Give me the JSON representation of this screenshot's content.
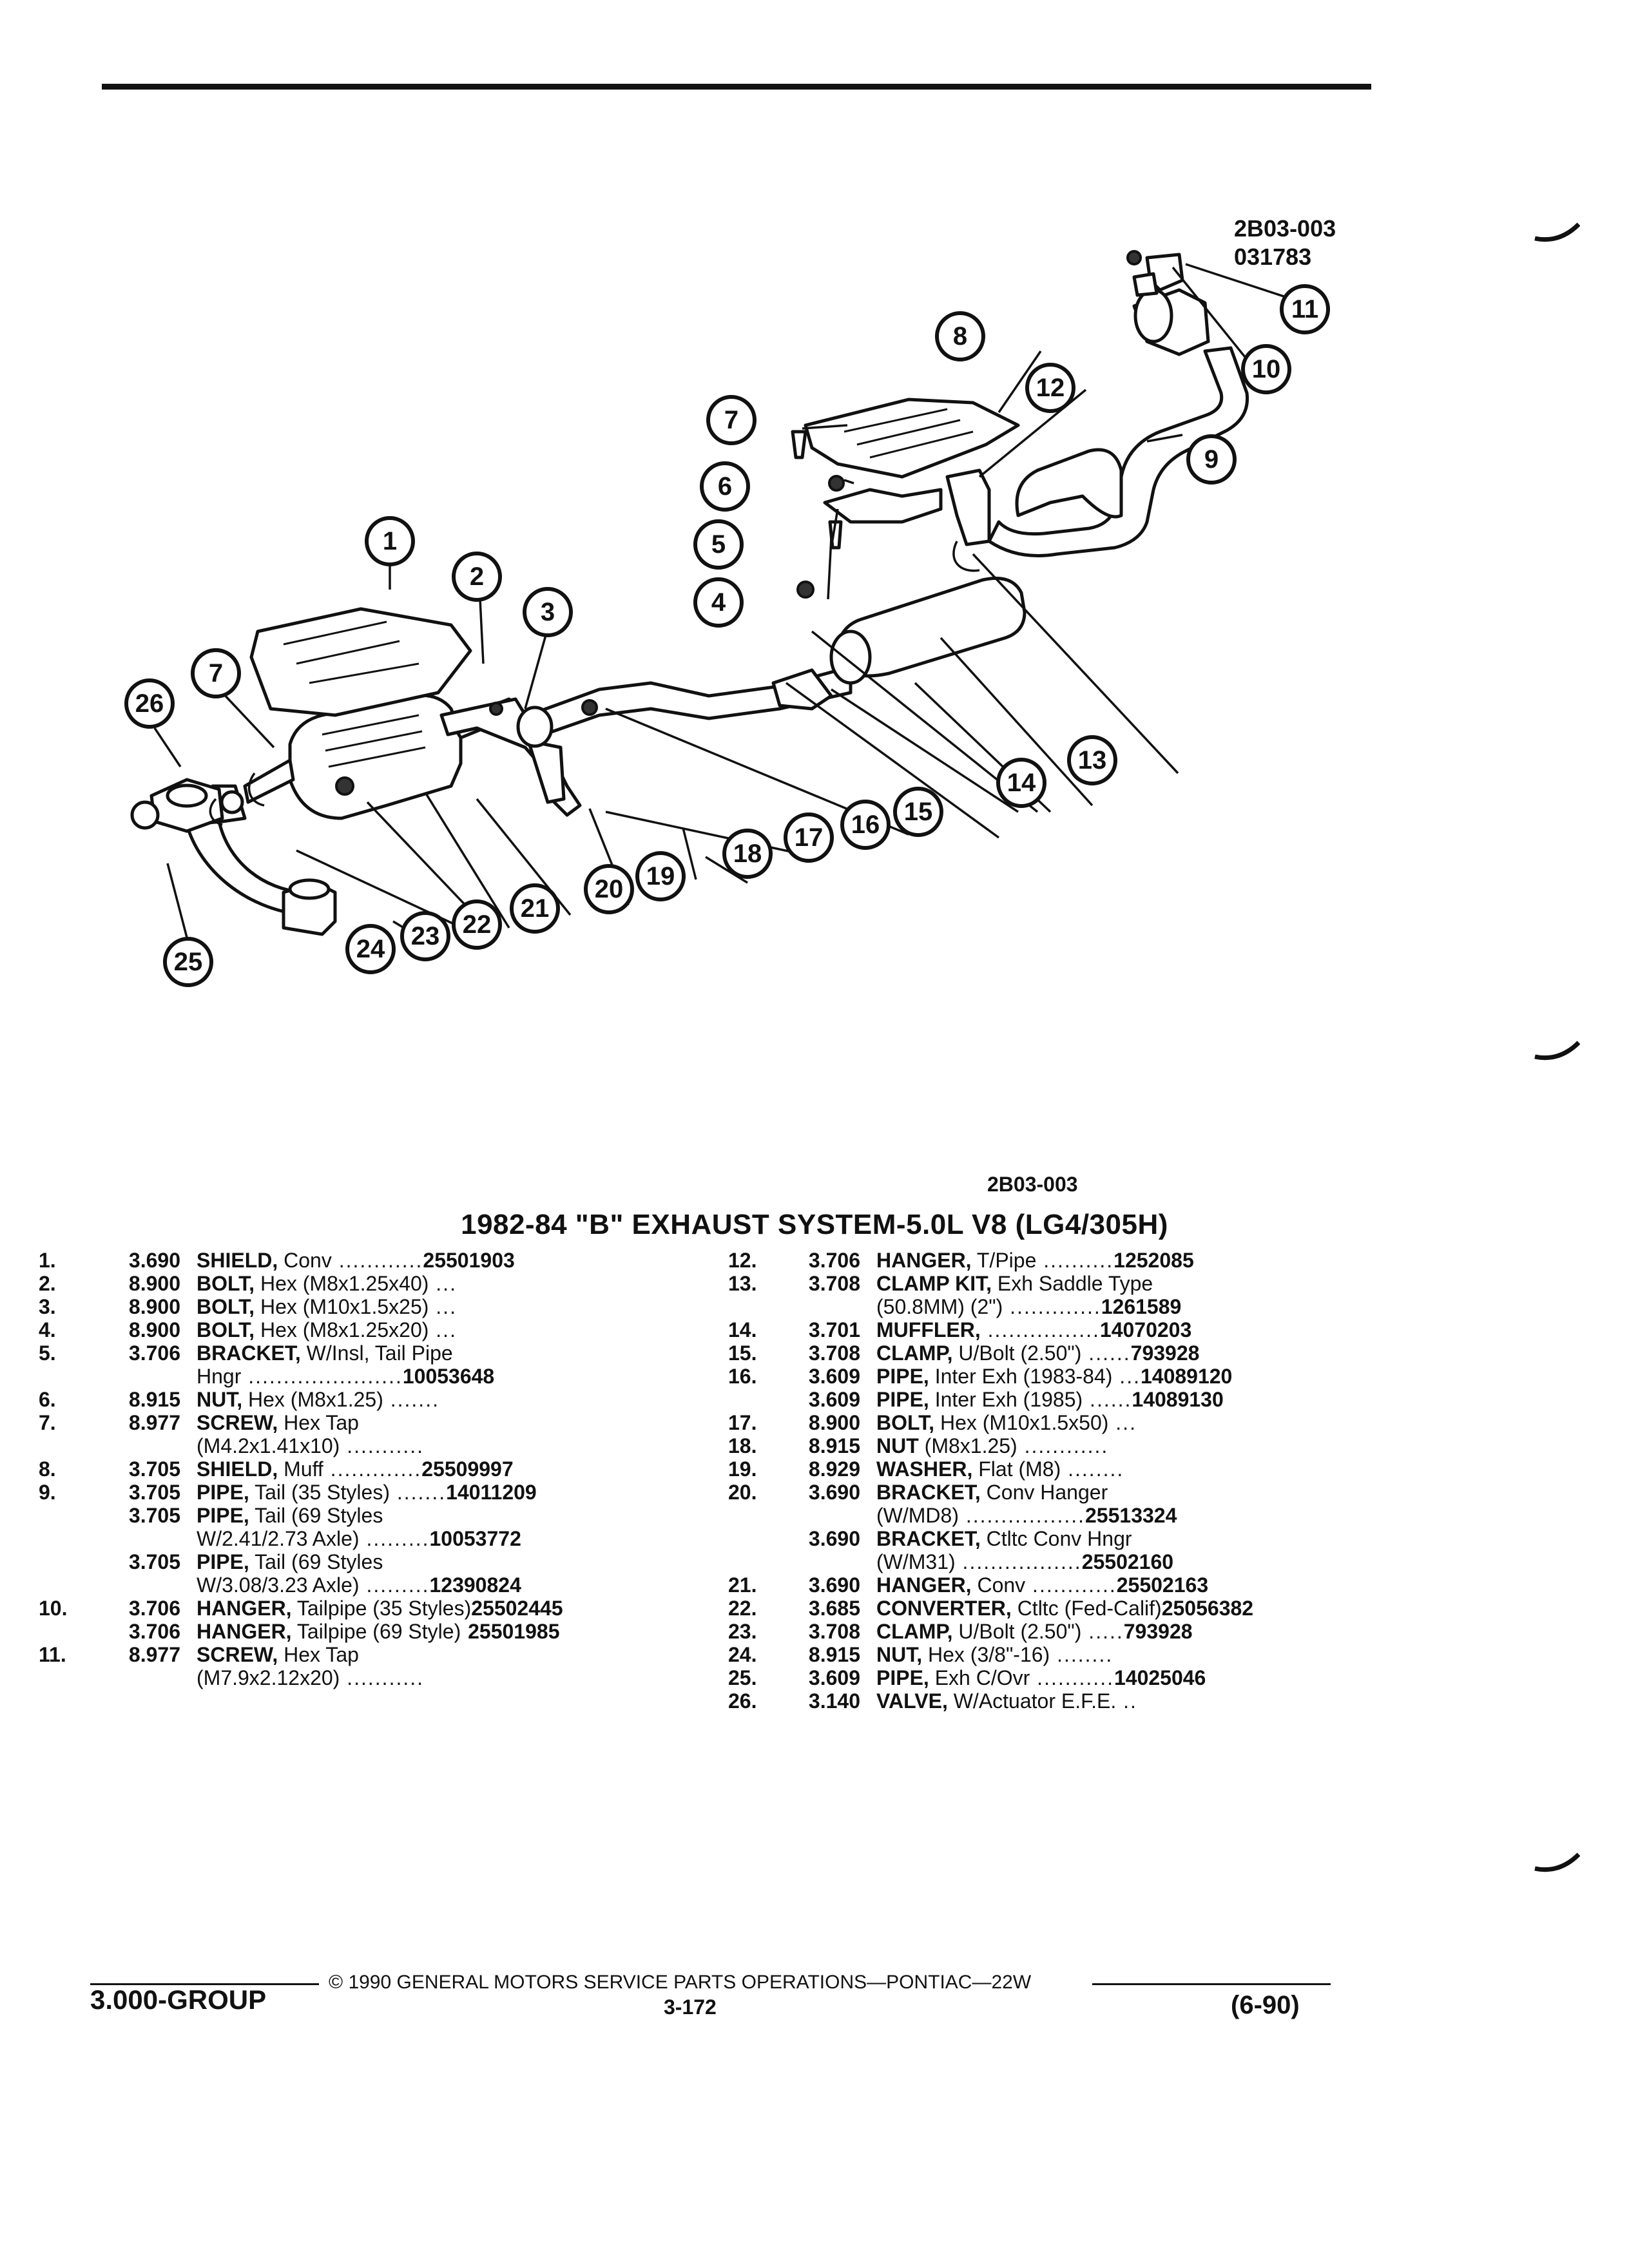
{
  "figure": {
    "code_line1": "2B03-003",
    "code_line2": "031783",
    "code_bottom": "2B03-003",
    "callouts": [
      "1",
      "2",
      "3",
      "4",
      "5",
      "6",
      "7",
      "7",
      "8",
      "9",
      "10",
      "11",
      "12",
      "13",
      "14",
      "15",
      "16",
      "17",
      "18",
      "19",
      "20",
      "21",
      "22",
      "23",
      "24",
      "25",
      "26"
    ]
  },
  "title": "1982-84 \"B\" EXHAUST SYSTEM-5.0L V8 (LG4/305H)",
  "parts_left": [
    {
      "num": "1.",
      "grp": "3.690",
      "name": "SHIELD,",
      "rest": " Conv",
      "dots": " ............",
      "pn": "25501903"
    },
    {
      "num": "2.",
      "grp": "8.900",
      "name": "BOLT,",
      "rest": " Hex (M8x1.25x40)",
      "dots": " ...",
      "pn": ""
    },
    {
      "num": "3.",
      "grp": "8.900",
      "name": "BOLT,",
      "rest": " Hex (M10x1.5x25)",
      "dots": " ...",
      "pn": ""
    },
    {
      "num": "4.",
      "grp": "8.900",
      "name": "BOLT,",
      "rest": " Hex (M8x1.25x20)",
      "dots": " ...",
      "pn": ""
    },
    {
      "num": "5.",
      "grp": "3.706",
      "name": "BRACKET,",
      "rest": " W/Insl, Tail Pipe",
      "dots": "",
      "pn": ""
    },
    {
      "num": "",
      "grp": "",
      "name": "",
      "rest": "Hngr",
      "dots": " ......................",
      "pn": "10053648"
    },
    {
      "num": "6.",
      "grp": "8.915",
      "name": "NUT,",
      "rest": " Hex (M8x1.25)",
      "dots": " .......",
      "pn": ""
    },
    {
      "num": "7.",
      "grp": "8.977",
      "name": "SCREW,",
      "rest": " Hex Tap",
      "dots": "",
      "pn": ""
    },
    {
      "num": "",
      "grp": "",
      "name": "",
      "rest": "(M4.2x1.41x10)",
      "dots": " ...........",
      "pn": ""
    },
    {
      "num": "8.",
      "grp": "3.705",
      "name": "SHIELD,",
      "rest": " Muff",
      "dots": " .............",
      "pn": "25509997"
    },
    {
      "num": "9.",
      "grp": "3.705",
      "name": "PIPE,",
      "rest": " Tail (35 Styles)",
      "dots": " .......",
      "pn": "14011209"
    },
    {
      "num": "",
      "grp": "3.705",
      "name": "PIPE,",
      "rest": " Tail (69 Styles",
      "dots": "",
      "pn": ""
    },
    {
      "num": "",
      "grp": "",
      "name": "",
      "rest": "W/2.41/2.73 Axle)",
      "dots": " .........",
      "pn": "10053772"
    },
    {
      "num": "",
      "grp": "3.705",
      "name": "PIPE,",
      "rest": " Tail (69 Styles",
      "dots": "",
      "pn": ""
    },
    {
      "num": "",
      "grp": "",
      "name": "",
      "rest": "W/3.08/3.23 Axle)",
      "dots": " .........",
      "pn": "12390824"
    },
    {
      "num": "10.",
      "grp": "3.706",
      "name": "HANGER,",
      "rest": " Tailpipe (35 Styles)",
      "dots": "",
      "pn": "25502445"
    },
    {
      "num": "",
      "grp": "3.706",
      "name": "HANGER,",
      "rest": " Tailpipe (69 Style)",
      "dots": " ",
      "pn": "25501985"
    },
    {
      "num": "11.",
      "grp": "8.977",
      "name": "SCREW,",
      "rest": " Hex Tap",
      "dots": "",
      "pn": ""
    },
    {
      "num": "",
      "grp": "",
      "name": "",
      "rest": "(M7.9x2.12x20)",
      "dots": " ...........",
      "pn": ""
    }
  ],
  "parts_right": [
    {
      "num": "12.",
      "grp": "3.706",
      "name": "HANGER,",
      "rest": " T/Pipe",
      "dots": " ..........",
      "pn": "1252085"
    },
    {
      "num": "13.",
      "grp": "3.708",
      "name": "CLAMP KIT,",
      "rest": " Exh Saddle Type",
      "dots": "",
      "pn": ""
    },
    {
      "num": "",
      "grp": "",
      "name": "",
      "rest": "(50.8MM) (2\")",
      "dots": " .............",
      "pn": "1261589"
    },
    {
      "num": "14.",
      "grp": "3.701",
      "name": "MUFFLER,",
      "rest": "",
      "dots": " ................",
      "pn": "14070203"
    },
    {
      "num": "15.",
      "grp": "3.708",
      "name": "CLAMP,",
      "rest": " U/Bolt (2.50\")",
      "dots": " ......",
      "pn": "793928"
    },
    {
      "num": "16.",
      "grp": "3.609",
      "name": "PIPE,",
      "rest": " Inter Exh (1983-84)",
      "dots": " ...",
      "pn": "14089120"
    },
    {
      "num": "",
      "grp": "3.609",
      "name": "PIPE,",
      "rest": " Inter Exh (1985)",
      "dots": " ......",
      "pn": "14089130"
    },
    {
      "num": "17.",
      "grp": "8.900",
      "name": "BOLT,",
      "rest": " Hex (M10x1.5x50)",
      "dots": " ...",
      "pn": ""
    },
    {
      "num": "18.",
      "grp": "8.915",
      "name": "NUT",
      "rest": " (M8x1.25)",
      "dots": " ............",
      "pn": ""
    },
    {
      "num": "19.",
      "grp": "8.929",
      "name": "WASHER,",
      "rest": " Flat (M8)",
      "dots": " ........",
      "pn": ""
    },
    {
      "num": "20.",
      "grp": "3.690",
      "name": "BRACKET,",
      "rest": " Conv Hanger",
      "dots": "",
      "pn": ""
    },
    {
      "num": "",
      "grp": "",
      "name": "",
      "rest": "(W/MD8)",
      "dots": " .................",
      "pn": "25513324"
    },
    {
      "num": "",
      "grp": "3.690",
      "name": "BRACKET,",
      "rest": " Ctltc Conv Hngr",
      "dots": "",
      "pn": ""
    },
    {
      "num": "",
      "grp": "",
      "name": "",
      "rest": "(W/M31)",
      "dots": " .................",
      "pn": "25502160"
    },
    {
      "num": "21.",
      "grp": "3.690",
      "name": "HANGER,",
      "rest": " Conv",
      "dots": " ............",
      "pn": "25502163"
    },
    {
      "num": "22.",
      "grp": "3.685",
      "name": "CONVERTER,",
      "rest": " Ctltc (Fed-Calif)",
      "dots": "",
      "pn": "25056382"
    },
    {
      "num": "23.",
      "grp": "3.708",
      "name": "CLAMP,",
      "rest": " U/Bolt (2.50\")",
      "dots": " .....",
      "pn": "793928"
    },
    {
      "num": "24.",
      "grp": "8.915",
      "name": "NUT,",
      "rest": " Hex (3/8\"-16)",
      "dots": " ........",
      "pn": ""
    },
    {
      "num": "25.",
      "grp": "3.609",
      "name": "PIPE,",
      "rest": " Exh C/Ovr",
      "dots": " ...........",
      "pn": "14025046"
    },
    {
      "num": "26.",
      "grp": "3.140",
      "name": "VALVE,",
      "rest": " W/Actuator E.F.E.",
      "dots": " ..",
      "pn": ""
    }
  ],
  "footer": {
    "copyright": "© 1990 GENERAL MOTORS SERVICE PARTS OPERATIONS—PONTIAC—22W",
    "group": "3.000-GROUP",
    "page": "3-172",
    "date": "(6-90)"
  }
}
